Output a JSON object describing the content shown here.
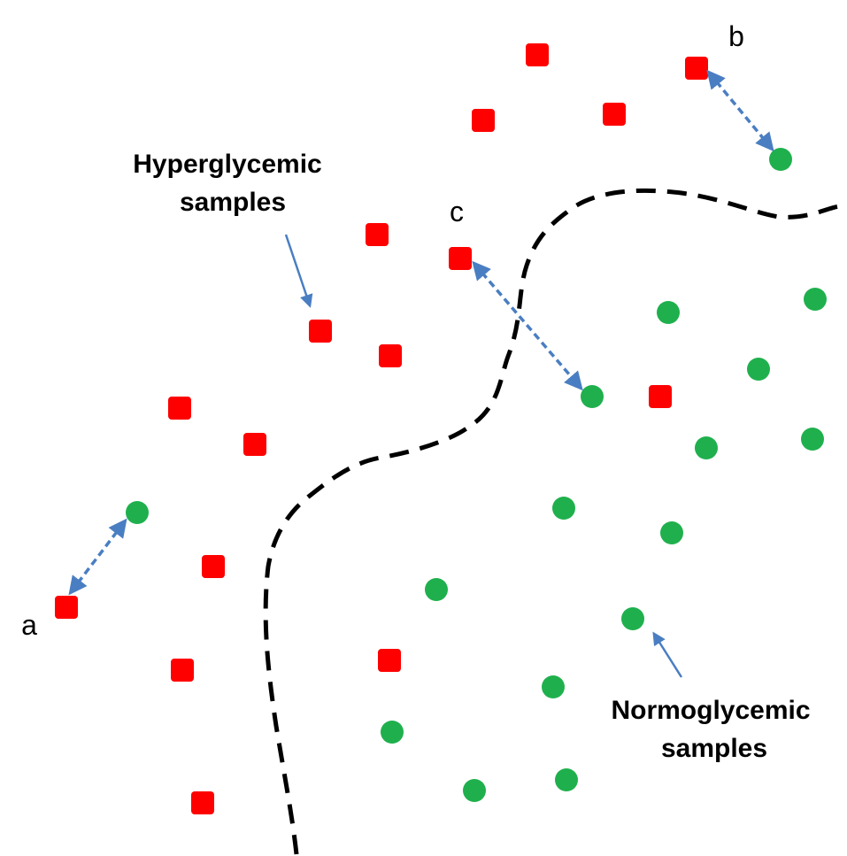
{
  "labels": {
    "hyper_line1": "Hyperglycemic",
    "hyper_line2": "samples",
    "normo_line1": "Normoglycemic",
    "normo_line2": "samples",
    "point_a": "a",
    "point_b": "b",
    "point_c": "c"
  },
  "colors": {
    "hyperglycemic": "#ff0000",
    "normoglycemic": "#1fb04d",
    "arrow": "#4a7ec2",
    "boundary": "#000000"
  },
  "legend_icons": {
    "hyperglycemic": "red-square",
    "normoglycemic": "green-circle"
  }
}
